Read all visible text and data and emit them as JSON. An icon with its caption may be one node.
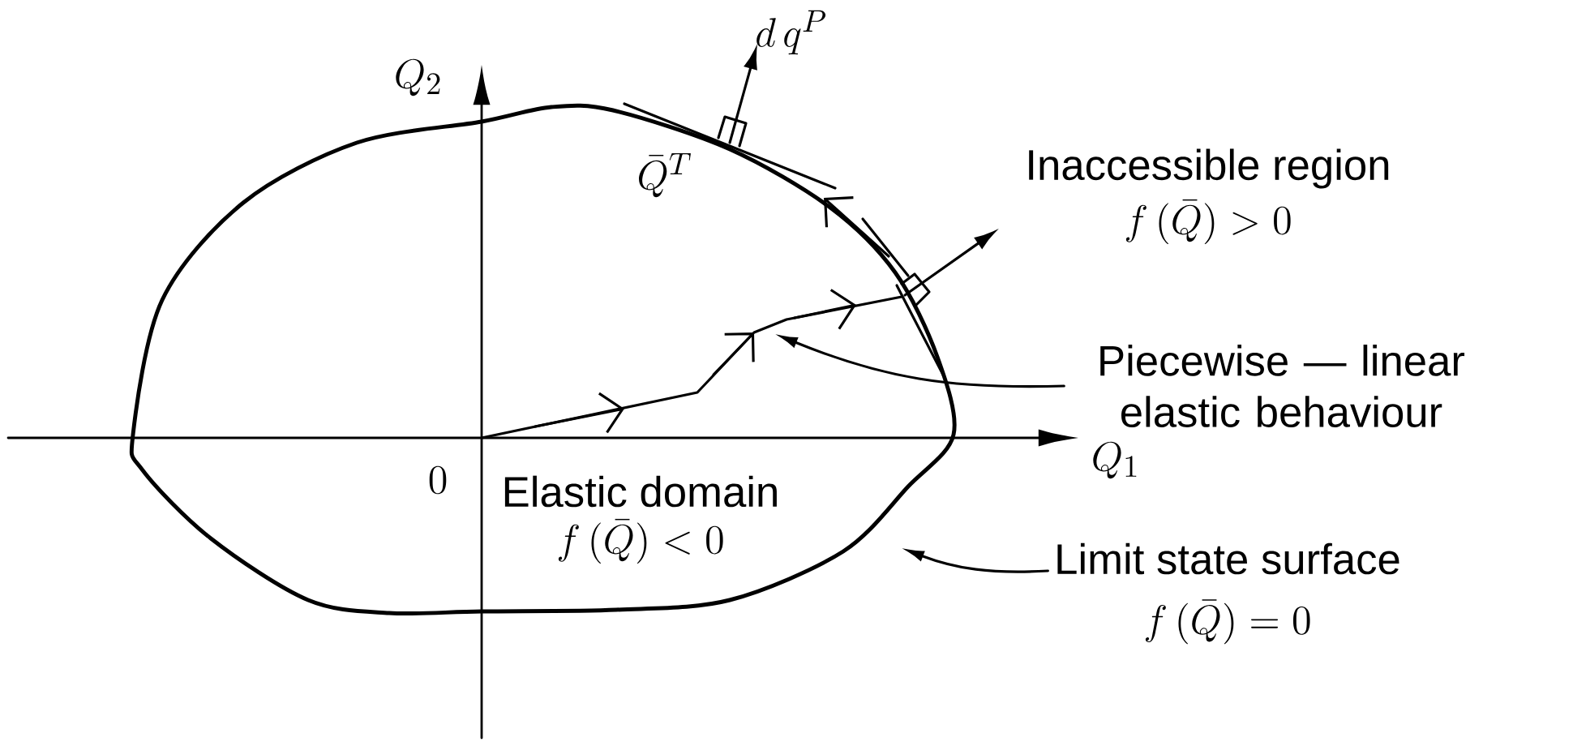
{
  "diagram": {
    "nodes": [
      {
        "text": [
          "Piecewise — linear elastic behaviour"
        ]
      },
      {
        "text": [
          "Limit state surface",
          "f\\,(\\bar{Q})=0"
        ]
      }
    ],
    "edges": [
      {
        "from": 0,
        "to": null,
        "arrow": "to"
      },
      {
        "from": 1,
        "to": null,
        "arrow": "to"
      }
    ],
    "labels": [
      "Q_2",
      "d\\,q^{P}",
      "\\bar{Q}^{T}",
      "Inaccessible region",
      "f\\,(\\bar{Q})>0",
      "0",
      "Q_1",
      "Elastic domain",
      "f\\,(\\bar{Q})<0"
    ]
  }
}
